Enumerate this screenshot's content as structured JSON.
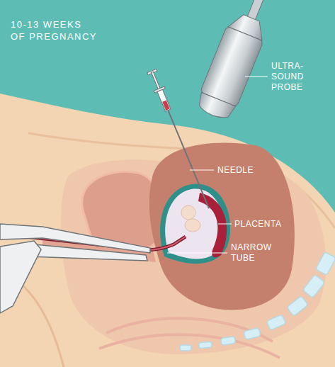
{
  "diagram": {
    "title": "10-13 WEEKS OF PREGNANCY",
    "labels": [
      "ULTRA- SOUND PROBE",
      "NEEDLE",
      "PLACENTA",
      "NARROW TUBE"
    ]
  }
}
